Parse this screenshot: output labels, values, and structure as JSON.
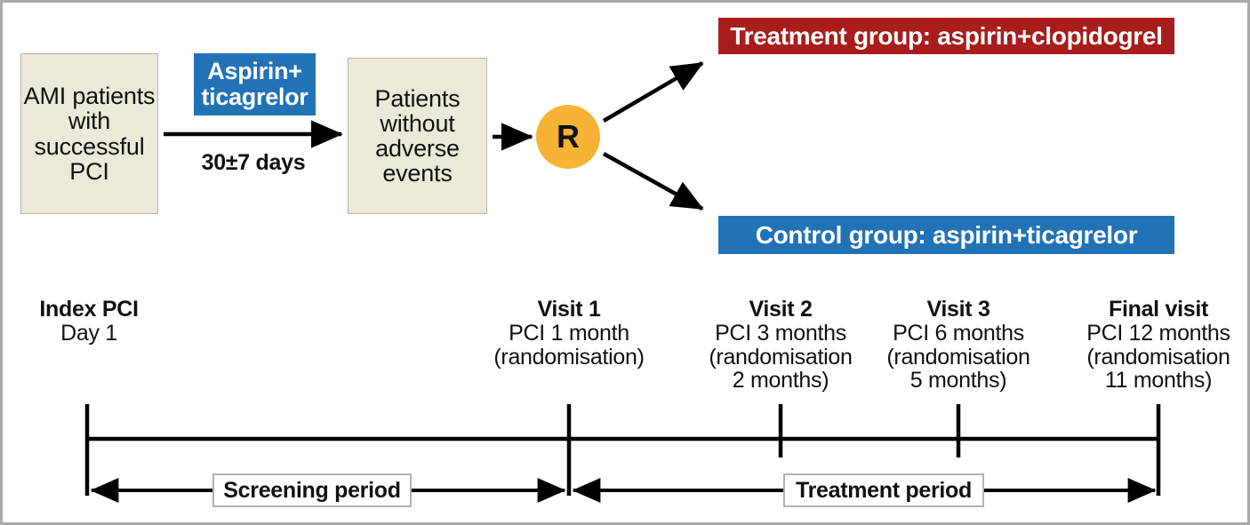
{
  "figure": {
    "title": "AMI post-PCI de-escalation trial design",
    "colors": {
      "box_fill": "#ece9d8",
      "box_border": "#b9b7a8",
      "blue": "#2272b6",
      "dark_red": "#a81d1c",
      "orange": "#f6b335",
      "line": "#000000",
      "frame": "#aaaaac"
    }
  },
  "flow": {
    "box_ami": "AMI patients with successful PCI",
    "drug_chip": "Aspirin+ ticagrelor",
    "duration_label": "30±7 days",
    "box_patients": "Patients without adverse events",
    "randomisation_symbol": "R",
    "treatment_group": "Treatment group: aspirin+clopidogrel",
    "control_group": "Control group: aspirin+ticagrelor"
  },
  "timeline": {
    "visits": [
      {
        "name": "Index PCI",
        "lines": [
          "Day 1"
        ]
      },
      {
        "name": "Visit 1",
        "lines": [
          "PCI 1 month",
          "(randomisation)"
        ]
      },
      {
        "name": "Visit 2",
        "lines": [
          "PCI 3 months",
          "(randomisation",
          "2 months)"
        ]
      },
      {
        "name": "Visit 3",
        "lines": [
          "PCI 6 months",
          "(randomisation",
          "5 months)"
        ]
      },
      {
        "name": "Final visit",
        "lines": [
          "PCI 12 months",
          "(randomisation",
          "11 months)"
        ]
      }
    ],
    "periods": [
      {
        "label": "Screening period"
      },
      {
        "label": "Treatment period"
      }
    ]
  }
}
